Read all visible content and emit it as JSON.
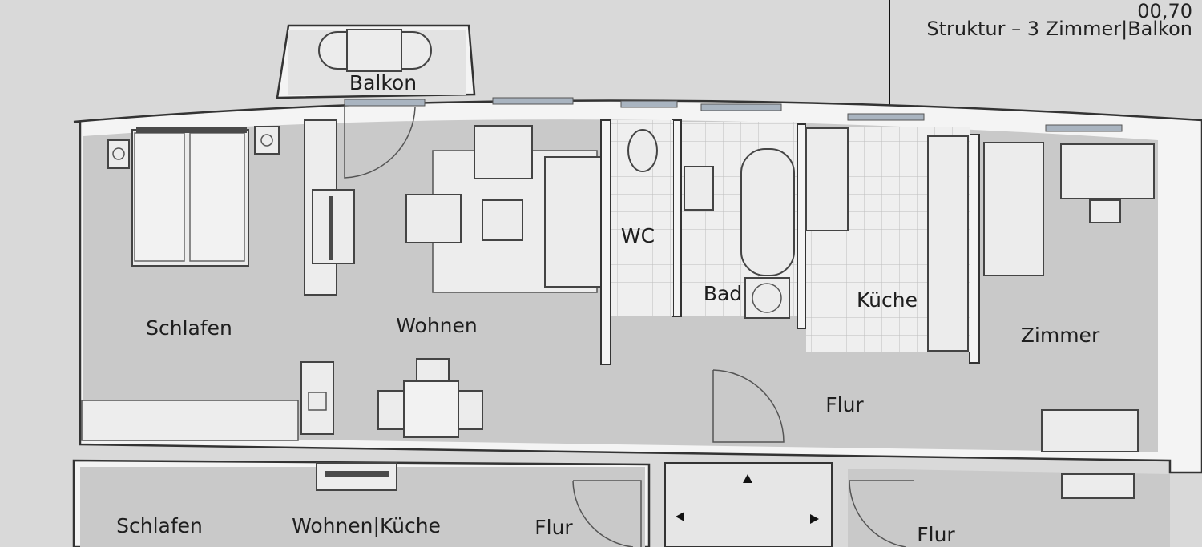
{
  "header": {
    "structure_text": "Struktur – 3 Zimmer|Balkon",
    "corner_text": "00,70"
  },
  "rooms": {
    "balkon": "Balkon",
    "schlafen": "Schlafen",
    "wohnen": "Wohnen",
    "wc": "WC",
    "bad": "Bad",
    "kueche": "Küche",
    "zimmer": "Zimmer",
    "flur": "Flur"
  },
  "lower_rooms": {
    "schlafen": "Schlafen",
    "wohnen_kueche": "Wohnen|Küche",
    "flur_left": "Flur",
    "flur_right": "Flur"
  },
  "colors": {
    "floor": "#c9c9c9",
    "wall": "#f4f4f4",
    "tile": "#eeeeee",
    "line": "#333333"
  }
}
